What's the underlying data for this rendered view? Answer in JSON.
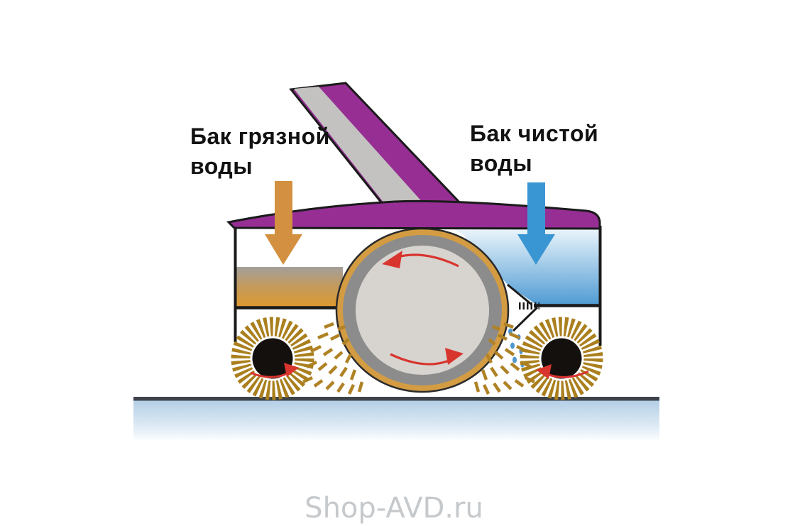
{
  "labels": {
    "dirty_tank": {
      "line1": "Бак грязной",
      "line2": "воды"
    },
    "clean_tank": {
      "line1": "Бак чистой",
      "line2": "воды"
    }
  },
  "watermark": {
    "text": "Shop-AVD.ru",
    "color": "#c6c9cc"
  },
  "icons": {
    "dirty_water_flow": "down-arrow",
    "clean_water_flow": "down-arrow",
    "drum_rotation": "curved-rotation-arrows",
    "brush_rotation": "curved-rotation-arrow"
  },
  "colors": {
    "outline": "#1a1a1a",
    "handle_purple": "#962e94",
    "handle_gray": "#c3c2c0",
    "lid_purple": "#962e94",
    "dirty_arrow": "#d39040",
    "clean_arrow": "#3a96d2",
    "dirty_water_top": "#a39f9b",
    "dirty_water_mid": "#c49a5a",
    "dirty_water_bottom": "#de9a2e",
    "clean_water_top": "#eaf4fb",
    "clean_water_bottom": "#4f9bd3",
    "drum_rim_gold": "#d49c42",
    "drum_ring_gray": "#8c8c8c",
    "drum_core_gray": "#d7d4cf",
    "brush_gold": "#aa7f1e",
    "hub_black": "#14100e",
    "rotation_red": "#d8352f",
    "droplet_blue": "#4f97cf",
    "spray_gold": "#b08226",
    "floor_line": "#3d4349",
    "floor_top": "#b4cfe7",
    "floor_bottom": "#fdfeff"
  }
}
